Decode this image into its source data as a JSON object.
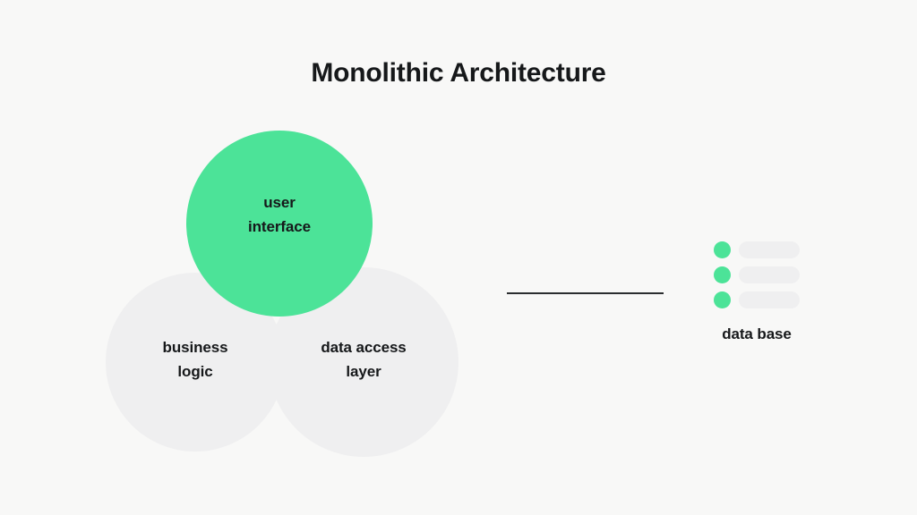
{
  "page": {
    "title": "Monolithic Architecture",
    "background_color": "#f8f8f7"
  },
  "diagram": {
    "type": "venn-three-circle",
    "accent_color": "#4ce398",
    "neutral_color": "#efeff0",
    "text_color": "#16181a",
    "circles": [
      {
        "id": "user-interface",
        "label": "user\ninterface",
        "color": "#4ce398",
        "role": "presentation-layer"
      },
      {
        "id": "business-logic",
        "label": "business\nlogic",
        "color": "#efeff0",
        "role": "logic-layer"
      },
      {
        "id": "data-access-layer",
        "label": "data access\nlayer",
        "color": "#efeff0",
        "role": "data-layer"
      }
    ]
  },
  "connector": {
    "id": "app-to-database-link",
    "color": "#2b2d2f",
    "style": "solid-line"
  },
  "database": {
    "caption": "data base",
    "dot_color": "#4ce398",
    "bar_color": "#efeff0",
    "rows": [
      {
        "id": "db-record-1"
      },
      {
        "id": "db-record-2"
      },
      {
        "id": "db-record-3"
      }
    ]
  }
}
